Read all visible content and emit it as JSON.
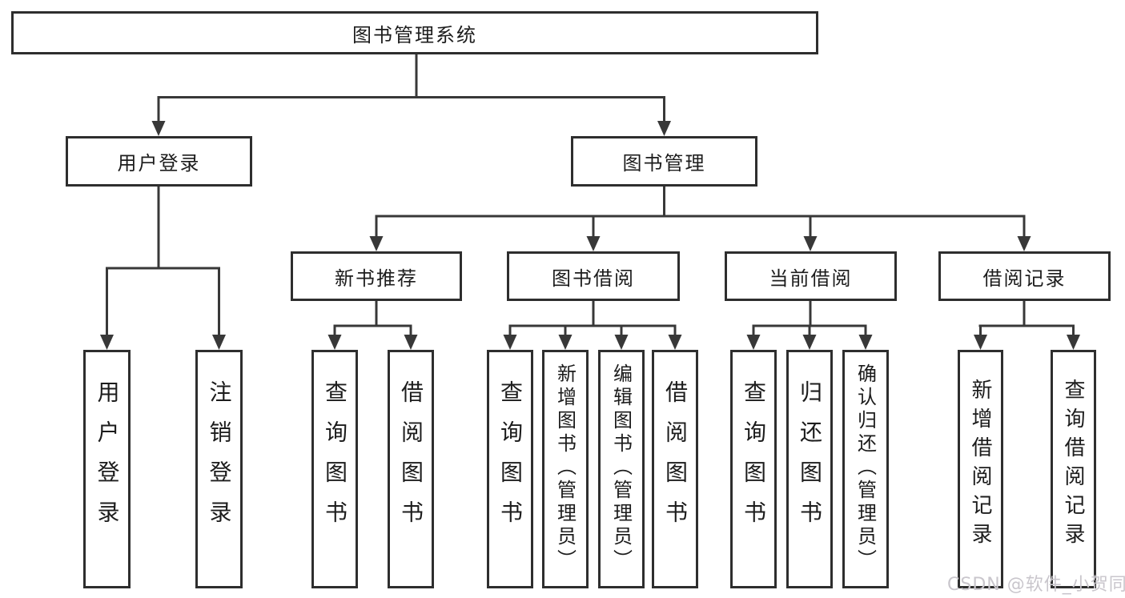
{
  "tree": {
    "root": "图书管理系统",
    "level2": [
      {
        "label": "用户登录",
        "children": [
          "用户登录",
          "注销登录"
        ]
      },
      {
        "label": "图书管理",
        "groups": [
          {
            "label": "新书推荐",
            "children": [
              "查询图书",
              "借阅图书"
            ]
          },
          {
            "label": "图书借阅",
            "children": [
              "查询图书",
              "新增图书（管理员）",
              "编辑图书（管理员）",
              "借阅图书"
            ]
          },
          {
            "label": "当前借阅",
            "children": [
              "查询图书",
              "归还图书",
              "确认归还（管理员）"
            ]
          },
          {
            "label": "借阅记录",
            "children": [
              "新增借阅记录",
              "查询借阅记录"
            ]
          }
        ]
      }
    ]
  },
  "watermark": "CSDN @软件_小贺同学",
  "colors": {
    "line": "#383838",
    "node_border": "#2e2e2e",
    "text": "#1c1c1c",
    "watermark": "#c9c6cc",
    "background": "#ffffff"
  }
}
